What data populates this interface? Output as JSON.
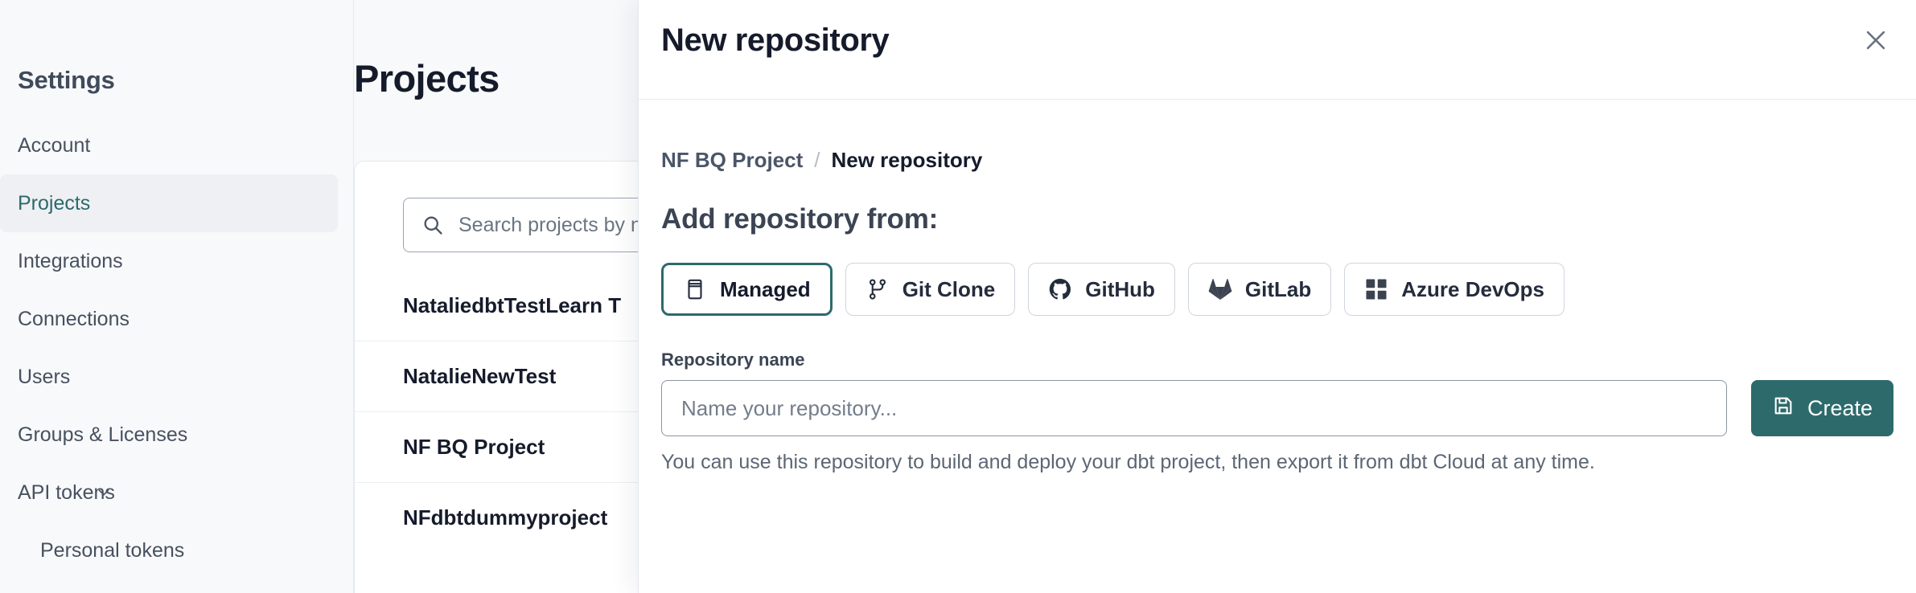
{
  "sidebar": {
    "title": "Settings",
    "items": [
      {
        "label": "Account",
        "active": false,
        "sub": false,
        "chevron": false
      },
      {
        "label": "Projects",
        "active": true,
        "sub": false,
        "chevron": false
      },
      {
        "label": "Integrations",
        "active": false,
        "sub": false,
        "chevron": false
      },
      {
        "label": "Connections",
        "active": false,
        "sub": false,
        "chevron": false
      },
      {
        "label": "Users",
        "active": false,
        "sub": false,
        "chevron": false
      },
      {
        "label": "Groups & Licenses",
        "active": false,
        "sub": false,
        "chevron": false
      },
      {
        "label": "API tokens",
        "active": false,
        "sub": false,
        "chevron": true
      },
      {
        "label": "Personal tokens",
        "active": false,
        "sub": true,
        "chevron": false
      }
    ]
  },
  "main": {
    "page_title": "Projects",
    "search": {
      "placeholder": "Search projects by name",
      "icon": "search-icon"
    },
    "projects": [
      "NataliedbtTestLearn T",
      "NatalieNewTest",
      "NF BQ Project",
      "NFdbtdummyproject"
    ]
  },
  "modal": {
    "title": "New repository",
    "close_icon": "close-icon",
    "breadcrumb": {
      "parent": "NF BQ Project",
      "separator": "/",
      "current": "New repository"
    },
    "section_heading": "Add repository from:",
    "tabs": [
      {
        "label": "Managed",
        "icon": "database-icon",
        "selected": true
      },
      {
        "label": "Git Clone",
        "icon": "git-branch-icon",
        "selected": false
      },
      {
        "label": "GitHub",
        "icon": "github-icon",
        "selected": false
      },
      {
        "label": "GitLab",
        "icon": "gitlab-icon",
        "selected": false
      },
      {
        "label": "Azure DevOps",
        "icon": "azure-devops-icon",
        "selected": false
      }
    ],
    "form": {
      "field_label": "Repository name",
      "input_value": "",
      "input_placeholder": "Name your repository...",
      "create_label": "Create",
      "create_icon": "save-icon",
      "helper_text": "You can use this repository to build and deploy your dbt project, then export it from dbt Cloud at any time."
    }
  },
  "colors": {
    "accent": "#2d6a6c",
    "page_bg": "#f8f9fb",
    "panel_bg": "#ffffff",
    "text_dark": "#151b2b",
    "text_muted": "#5d6674",
    "border": "#e3e7ec"
  }
}
